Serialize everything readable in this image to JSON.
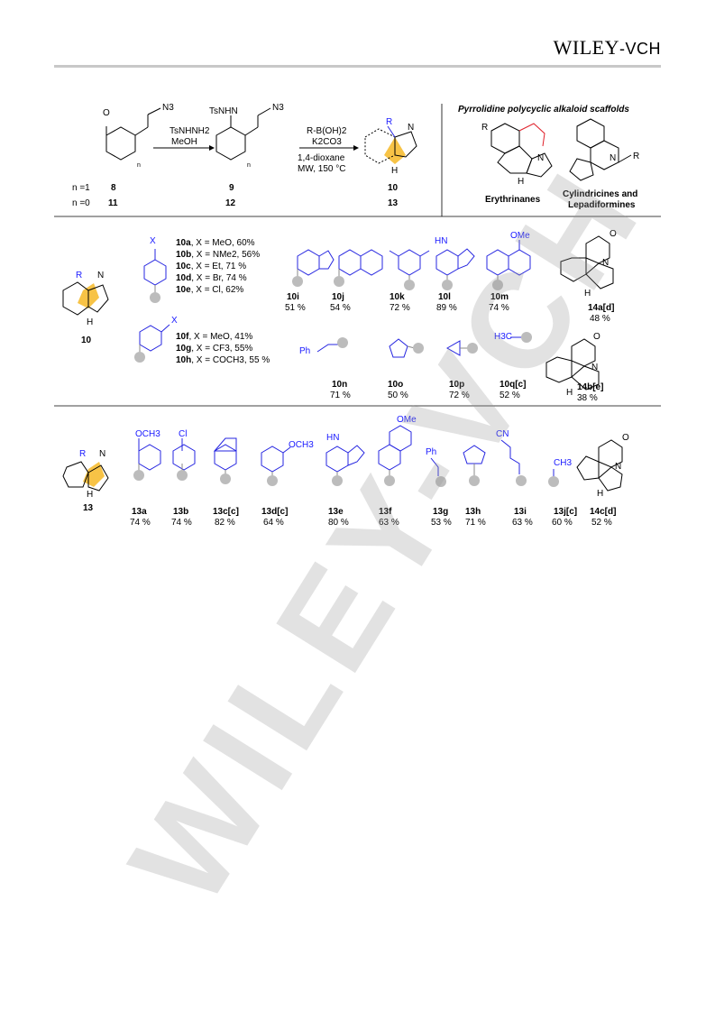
{
  "header": {
    "brand": "WILEY",
    "brand_suffix": "-VCH"
  },
  "watermark": "WILEY-VCH",
  "scheme": {
    "reagents_step1": [
      "TsNHNH2",
      "MeOH"
    ],
    "reagents_step2": [
      "R-B(OH)2",
      "K2CO3",
      "1,4-dioxane",
      "MW, 150 °C"
    ],
    "n_labels": [
      "n =1",
      "n =0"
    ],
    "cmpd_left": [
      "8",
      "11"
    ],
    "cmpd_mid": [
      "9",
      "12"
    ],
    "cmpd_right": [
      "10",
      "13"
    ],
    "scaffold_title": "Pyrrolidine polycyclic alkaloid scaffolds",
    "scaffold1": "Erythrinanes",
    "scaffold2": [
      "Cylindricines and",
      "Lepadiformines"
    ]
  },
  "row1": {
    "core": "10",
    "para_list": [
      {
        "id": "10a",
        "txt": ", X = MeO, 60%"
      },
      {
        "id": "10b",
        "txt": ", X = NMe2, 56%"
      },
      {
        "id": "10c",
        "txt": ", X = Et, 71 %"
      },
      {
        "id": "10d",
        "txt": ", X = Br, 74 %"
      },
      {
        "id": "10e",
        "txt": ", X = Cl, 62%"
      }
    ],
    "meta_list": [
      {
        "id": "10f",
        "txt": ", X = MeO, 41%"
      },
      {
        "id": "10g",
        "txt": ", X = CF3, 55%"
      },
      {
        "id": "10h",
        "txt": ", X = COCH3, 55 %"
      }
    ],
    "items": [
      {
        "id": "10i",
        "y": "51 %"
      },
      {
        "id": "10j",
        "y": "54 %"
      },
      {
        "id": "10k",
        "y": "72 %"
      },
      {
        "id": "10l",
        "y": "89 %"
      },
      {
        "id": "10m",
        "y": "74 %"
      },
      {
        "id": "14a[d]",
        "y": "48 %"
      },
      {
        "id": "10n",
        "y": "71 %"
      },
      {
        "id": "10o",
        "y": "50 %"
      },
      {
        "id": "10p",
        "y": "72 %"
      },
      {
        "id": "10q[c]",
        "y": "52 %"
      },
      {
        "id": "14b[e]",
        "y": "38 %"
      }
    ]
  },
  "row2": {
    "core": "13",
    "items": [
      {
        "id": "13a",
        "y": "74 %"
      },
      {
        "id": "13b",
        "y": "74 %"
      },
      {
        "id": "13c[c]",
        "y": "82 %"
      },
      {
        "id": "13d[c]",
        "y": "64 %"
      },
      {
        "id": "13e",
        "y": "80 %"
      },
      {
        "id": "13f",
        "y": "63 %"
      },
      {
        "id": "13g",
        "y": "53 %"
      },
      {
        "id": "13h",
        "y": "71 %"
      },
      {
        "id": "13i",
        "y": "63 %"
      },
      {
        "id": "13j[c]",
        "y": "60 %"
      },
      {
        "id": "14c[d]",
        "y": "52 %"
      }
    ]
  },
  "labels": {
    "N": "N",
    "NH": "N",
    "H": "H",
    "R": "R",
    "O": "O",
    "X": "X",
    "N3": "N3",
    "TsNHN": "TsNHN",
    "OMe": "OMe",
    "OCH3": "OCH3",
    "Cl": "Cl",
    "CN": "CN",
    "Ph": "Ph",
    "CH3": "CH3",
    "H3C": "H3C",
    "HN": "HN",
    "n": "n"
  }
}
